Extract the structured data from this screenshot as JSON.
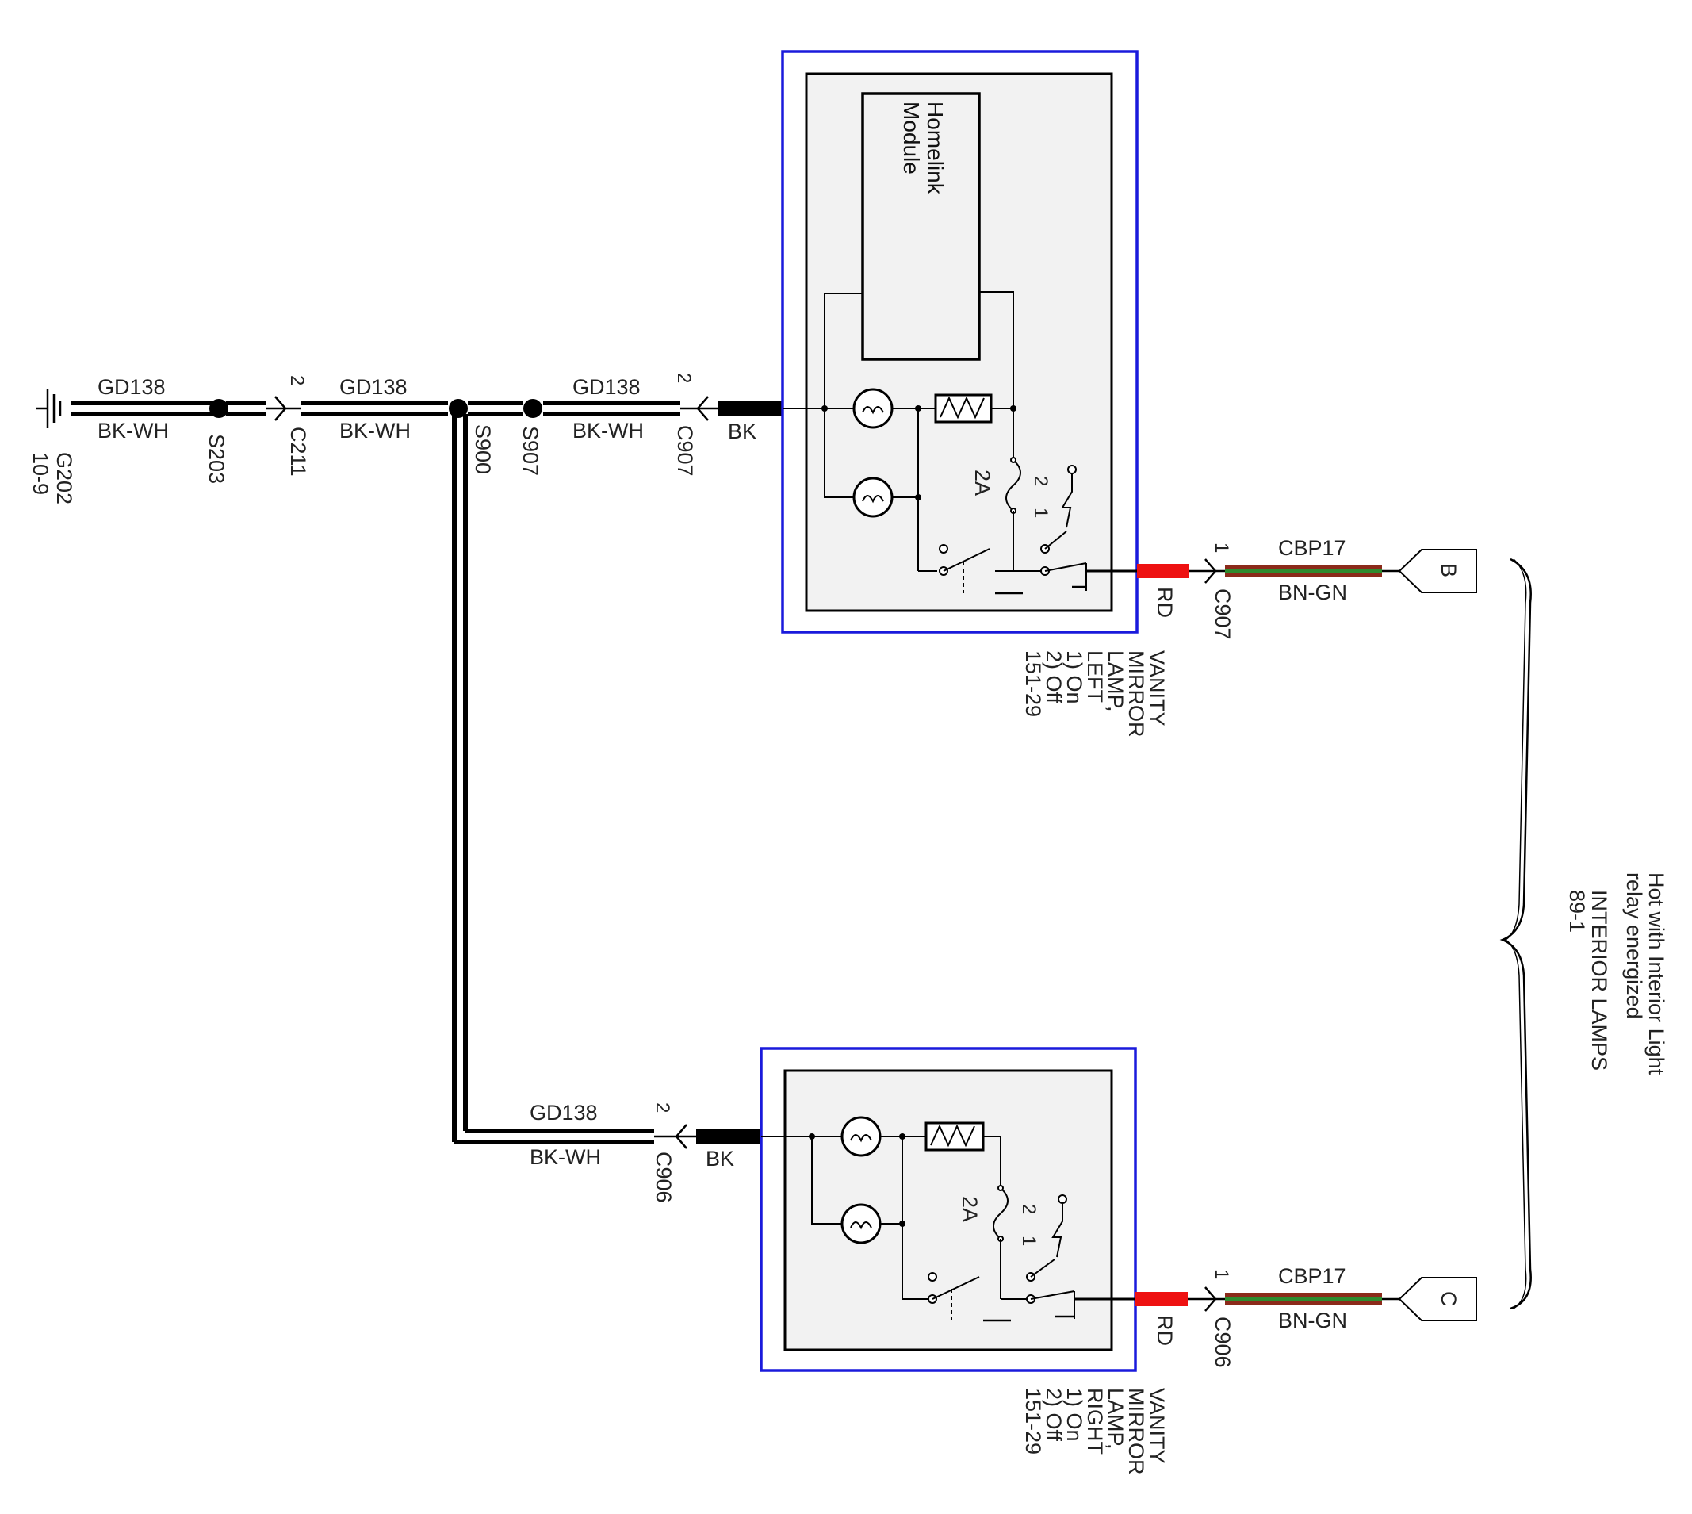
{
  "colors": {
    "outer_box": "#1a1adc",
    "inner_box": "#f2f2f2",
    "wire_rd": "#ee1111",
    "wire_bn_gn_base": "#8b2a1a",
    "wire_bn_gn_stripe": "#2e8b2e"
  },
  "icons": [
    "ground-icon",
    "splice-icon",
    "connector-icon",
    "lamp-icon",
    "resistor-icon",
    "fuse-icon",
    "switch-icon",
    "brace-icon"
  ],
  "ground": {
    "name": "G202",
    "ref": "10-9"
  },
  "main_wires": [
    {
      "circuit": "GD138",
      "color": "BK-WH"
    },
    {
      "circuit": "GD138",
      "color": "BK-WH"
    },
    {
      "circuit": "GD138",
      "color": "BK-WH"
    }
  ],
  "branch_wire": {
    "circuit": "GD138",
    "color": "BK-WH"
  },
  "splices": [
    "S203",
    "S900",
    "S907"
  ],
  "connectors": {
    "c211": {
      "name": "C211",
      "pin": "2"
    },
    "c907_in": {
      "name": "C907",
      "pin": "2"
    },
    "c907_out": {
      "name": "C907",
      "pin": "1"
    },
    "c906_in": {
      "name": "C906",
      "pin": "2"
    },
    "c906_out": {
      "name": "C906",
      "pin": "1"
    }
  },
  "bk_labels": [
    "BK",
    "BK"
  ],
  "rd_labels": [
    "RD",
    "RD"
  ],
  "homelink": {
    "line1": "Homelink",
    "line2": "Module"
  },
  "fuse_labels": [
    "2A",
    "2A"
  ],
  "switch_pin_labels": [
    "2",
    "1",
    "2",
    "1"
  ],
  "left_lamp": {
    "lines": [
      "VANITY",
      "MIRROR",
      "LAMP,",
      "LEFT",
      "1) On",
      "2) Off",
      "151-29"
    ]
  },
  "right_lamp": {
    "lines": [
      "VANITY",
      "MIRROR",
      "LAMP,",
      "RIGHT",
      "1) On",
      "2) Off",
      "151-29"
    ]
  },
  "supply_wires": [
    {
      "circuit": "CBP17",
      "color": "BN-GN",
      "tag": "B"
    },
    {
      "circuit": "CBP17",
      "color": "BN-GN",
      "tag": "C"
    }
  ],
  "interior_note": {
    "line1": "Hot with Interior Light",
    "line2": "relay energized",
    "line3": "INTERIOR LAMPS",
    "line4": "89-1"
  }
}
